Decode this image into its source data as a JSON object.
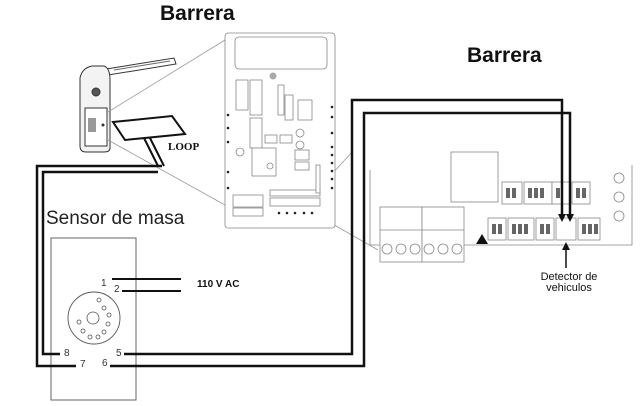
{
  "labels": {
    "barrera_left": "Barrera",
    "barrera_right": "Barrera",
    "loop": "LOOP",
    "sensor": "Sensor de masa",
    "power": "110 V AC",
    "detector_line1": "Detector de",
    "detector_line2": "vehiculos"
  },
  "sensor_pins": [
    "1",
    "2",
    "5",
    "6",
    "7",
    "8"
  ],
  "colors": {
    "wire": "#111111",
    "outline": "#888888",
    "background": "#ffffff"
  }
}
